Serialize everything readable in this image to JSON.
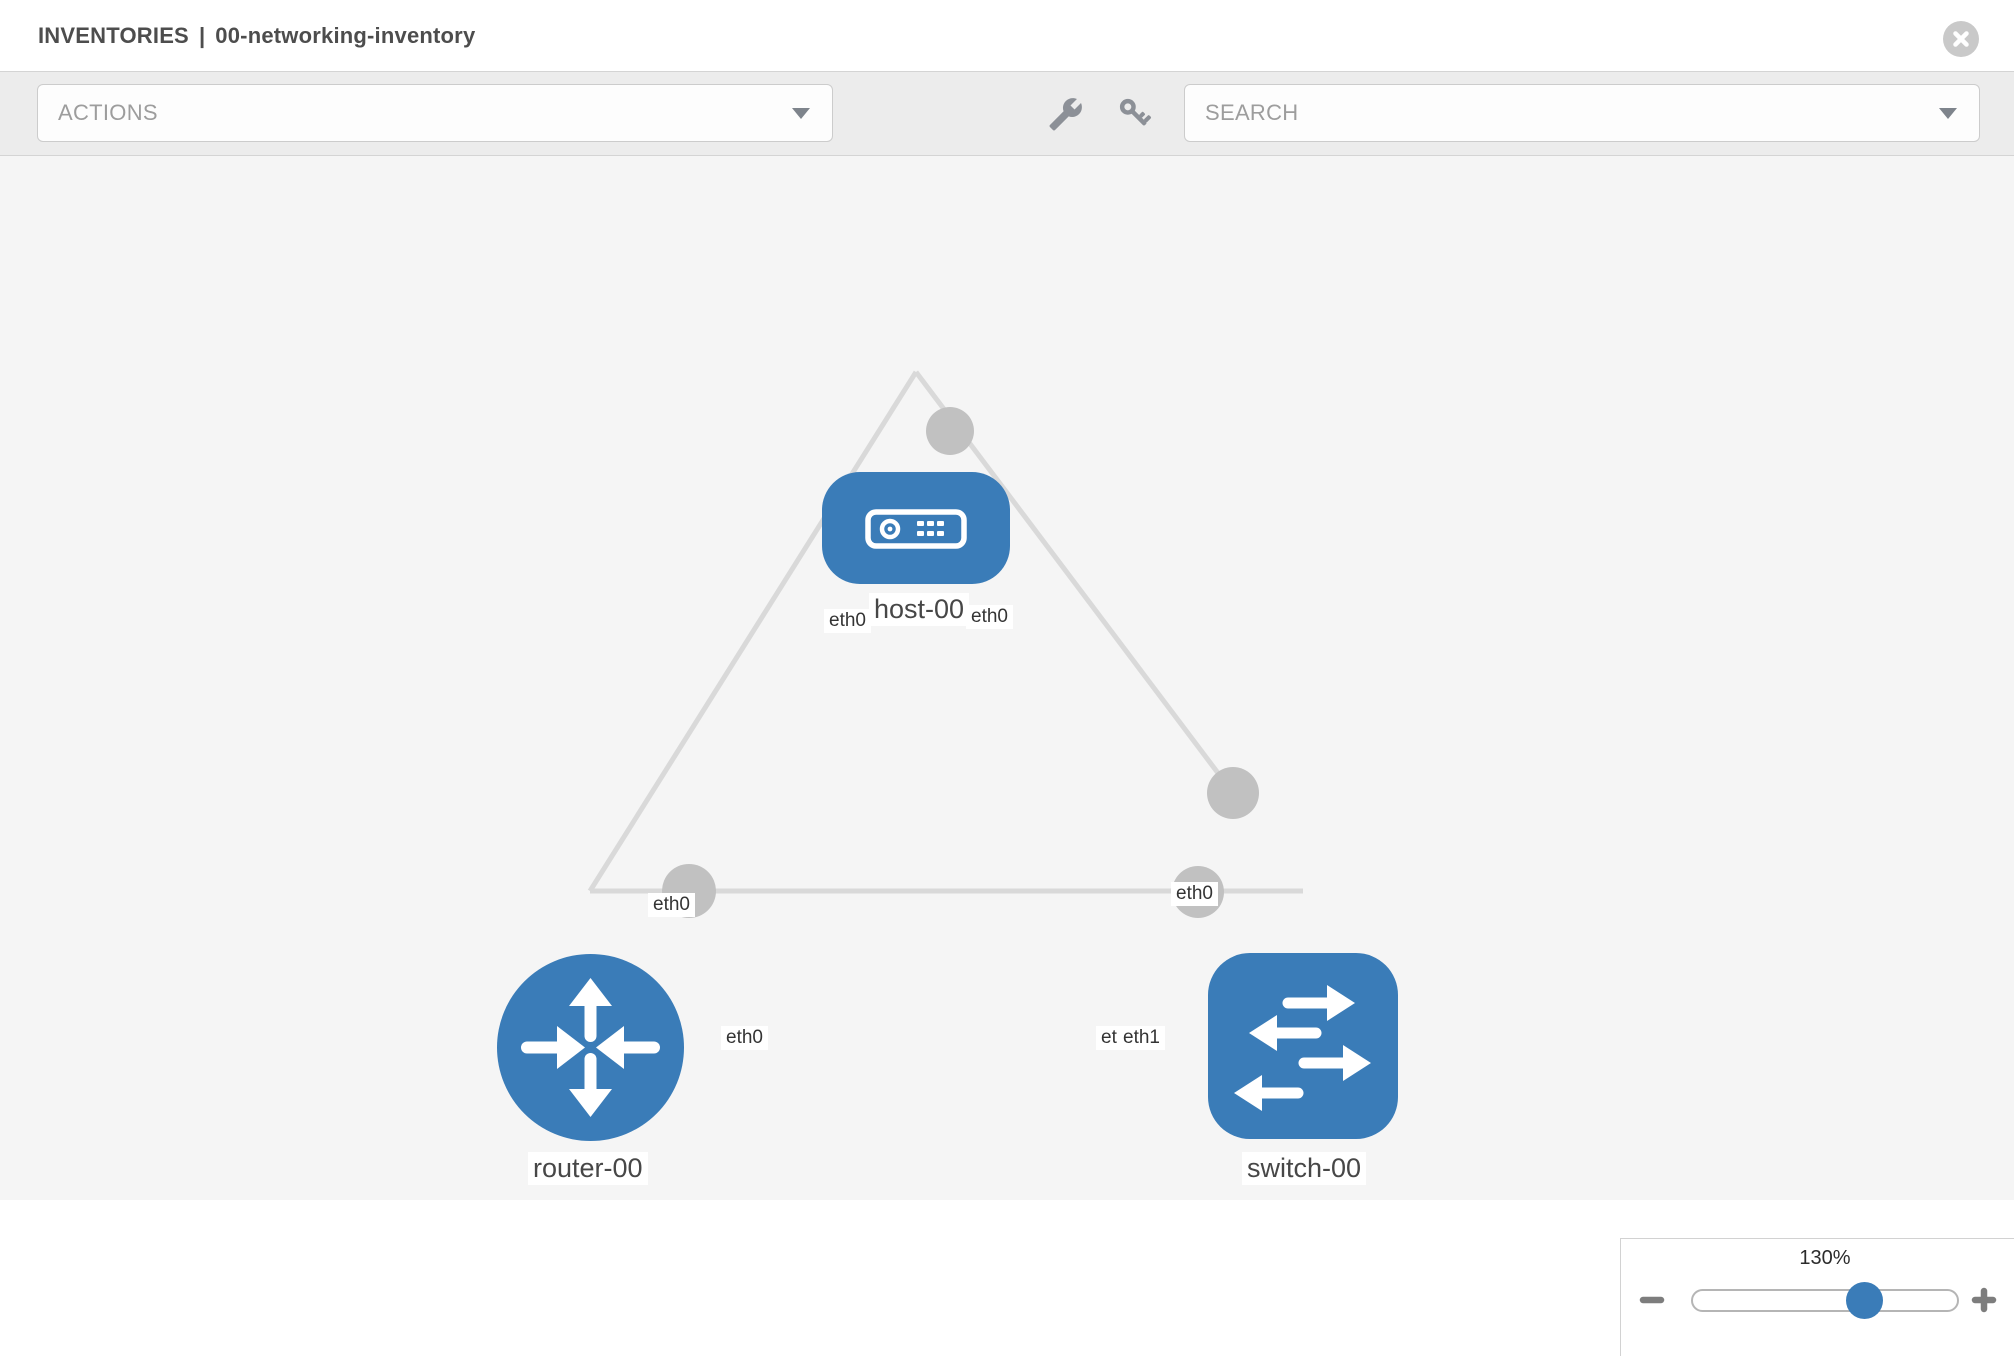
{
  "header": {
    "title_primary": "INVENTORIES",
    "title_separator": "|",
    "title_secondary": "00-networking-inventory"
  },
  "toolbar": {
    "actions_placeholder": "ACTIONS",
    "search_placeholder": "SEARCH"
  },
  "topology": {
    "nodes": [
      {
        "id": "host-00",
        "type": "host",
        "label": "host-00"
      },
      {
        "id": "router-00",
        "type": "router",
        "label": "router-00"
      },
      {
        "id": "switch-00",
        "type": "switch",
        "label": "switch-00"
      }
    ],
    "links": [
      {
        "from": "host-00",
        "to": "router-00",
        "from_port": "eth0",
        "to_port": "eth0"
      },
      {
        "from": "host-00",
        "to": "switch-00",
        "from_port": "eth0",
        "to_port": "eth0"
      },
      {
        "from": "router-00",
        "to": "switch-00",
        "from_port": "eth0",
        "to_port": "eth1"
      }
    ],
    "port_labels": {
      "host_left": "eth0",
      "host_right": "eth0",
      "router_top": "eth0",
      "switch_top": "eth0",
      "router_right": "eth0",
      "switch_left_under": "eth0",
      "switch_left_over": "eth1"
    }
  },
  "zoom_control": {
    "level": "130%"
  },
  "colors": {
    "node_blue": "#3a7cb8",
    "edge_gray": "#d9d9d9",
    "port_dot_gray": "#c1c1c1",
    "canvas_gray": "#f5f5f5",
    "toolbar_gray": "#ececec"
  }
}
